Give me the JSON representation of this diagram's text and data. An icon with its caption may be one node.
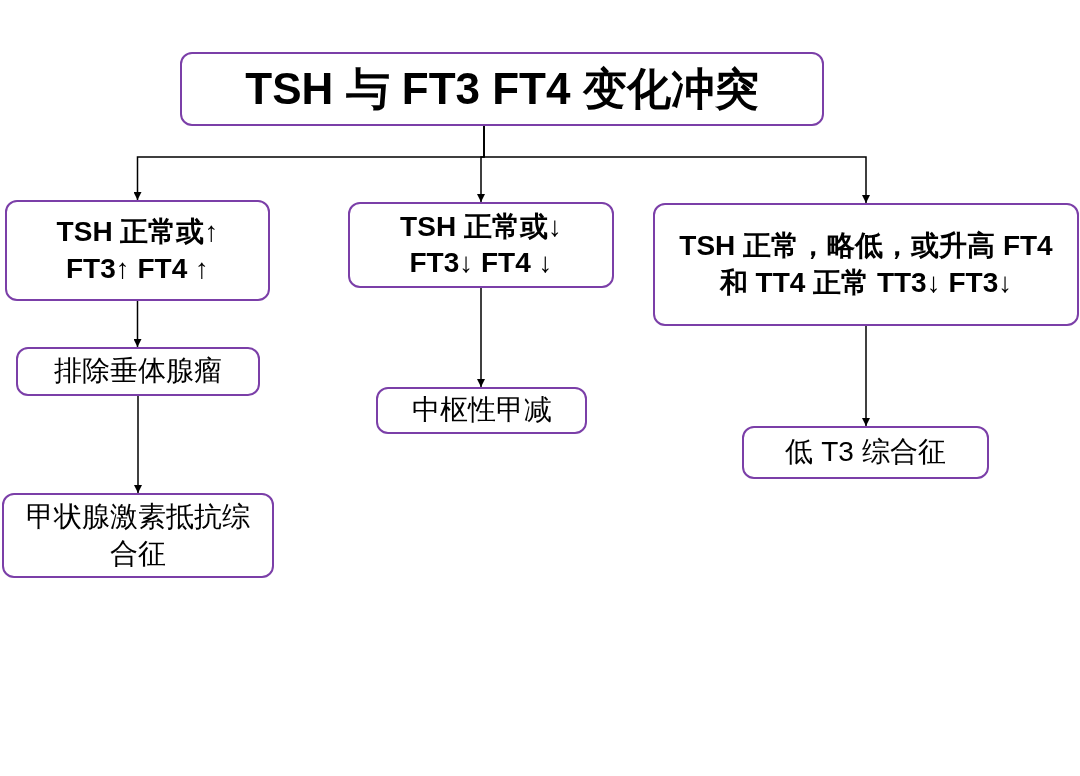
{
  "diagram": {
    "nodes": [
      {
        "text": [
          "TSH 与 FT3 FT4 变化冲突"
        ]
      },
      {
        "text": [
          "TSH 正常或↑ FT3↑ FT4 ↑"
        ]
      },
      {
        "text": [
          "TSH 正常或↓ FT3↓ FT4 ↓"
        ]
      },
      {
        "text": [
          "TSH 正常，略低，或升高 FT4 和 TT4 正常 TT3↓ FT3↓"
        ]
      },
      {
        "text": [
          "排除垂体腺瘤"
        ]
      },
      {
        "text": [
          "甲状腺激素抵抗综合征"
        ]
      },
      {
        "text": [
          "中枢性甲减"
        ]
      },
      {
        "text": [
          "低 T3 综合征"
        ]
      }
    ],
    "edges": [
      {
        "from": 0,
        "to": 1,
        "arrow": "to"
      },
      {
        "from": 0,
        "to": 2,
        "arrow": "to"
      },
      {
        "from": 0,
        "to": 3,
        "arrow": "to"
      },
      {
        "from": 1,
        "to": 4,
        "arrow": "to"
      },
      {
        "from": 4,
        "to": 5,
        "arrow": "to"
      },
      {
        "from": 2,
        "to": 6,
        "arrow": "to"
      },
      {
        "from": 3,
        "to": 7,
        "arrow": "to"
      }
    ]
  }
}
